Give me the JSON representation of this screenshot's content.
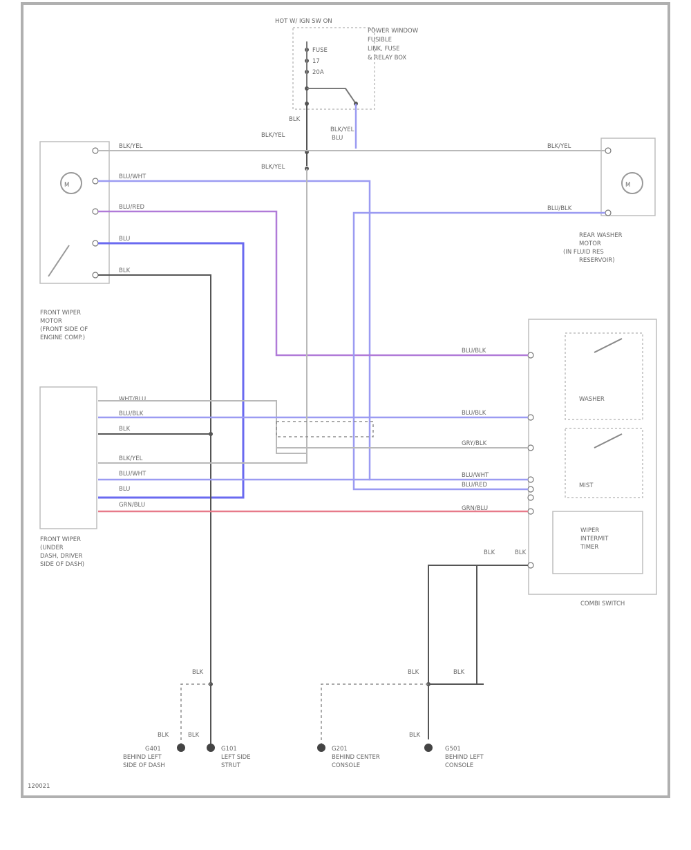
{
  "connector_top": {
    "title": "HOT W/ IGN SW ON",
    "desc": [
      "POWER WINDOW",
      "FUSIBLE",
      "LINK, FUSE",
      "& RELAY BOX"
    ],
    "fuse": "20A",
    "items": [
      "FUSE",
      "17",
      "20A"
    ]
  },
  "front_washer_motor": {
    "label": [
      "FRONT WIPER",
      "MOTOR",
      "(FRONT SIDE OF",
      "ENGINE COMP.)"
    ],
    "wires": [
      "BLK/YEL",
      "BLU/WHT",
      "BLU/RED",
      "BLU",
      "BLK"
    ]
  },
  "rear_washer_motor": {
    "label": [
      "REAR WASHER",
      "MOTOR",
      "(IN FLUID RES",
      "RESERVOIR)"
    ],
    "wires": [
      "BLK/YEL",
      "BLU/BLK"
    ]
  },
  "front_wiper_unit": {
    "label": [
      "FRONT WIPER",
      "(UNDER",
      "DASH, DRIVER",
      "SIDE OF DASH)"
    ],
    "wires": [
      "WHT/BLU",
      "BLU/BLK",
      "BLK",
      "BLK/YEL",
      "BLU/WHT",
      "BLU",
      "GRN/BLU"
    ]
  },
  "combo_switch": {
    "label": "COMBI SWITCH",
    "washer_label": "WASHER",
    "mist_label": "MIST",
    "intermit_label": [
      "WIPER",
      "INTERMIT",
      "TIMER"
    ],
    "wires": [
      "BLU/BLK",
      "BLU/BLK",
      "GRY/BLK",
      "BLU/WHT",
      "BLU/RED",
      "GRN/BLU",
      "BLK",
      "BLK"
    ]
  },
  "mid_label": [
    "BLK/YEL",
    "BLU"
  ],
  "grounds": [
    {
      "code": "G401",
      "desc": [
        "BEHIND LEFT",
        "SIDE OF DASH"
      ]
    },
    {
      "code": "G101",
      "desc": [
        "LEFT SIDE",
        "STRUT"
      ]
    },
    {
      "code": "G201",
      "desc": [
        "BEHIND CENTER",
        "CONSOLE"
      ]
    },
    {
      "code": "G501",
      "desc": [
        "BEHIND LEFT",
        "CONSOLE"
      ]
    }
  ],
  "ground_wire_labels": [
    "BLK",
    "BLK",
    "BLK",
    "BLK",
    "BLK",
    "BLK",
    "BLK"
  ],
  "splice_labels": [
    "BLK/YEL",
    "BLK/YEL"
  ],
  "corner_code": "120021",
  "colors": {
    "blue": "#6a6af0",
    "light_blue": "#9b9bf2",
    "purple": "#b07ad8",
    "pink": "#e77a8a",
    "gray": "#7a7a7a"
  }
}
